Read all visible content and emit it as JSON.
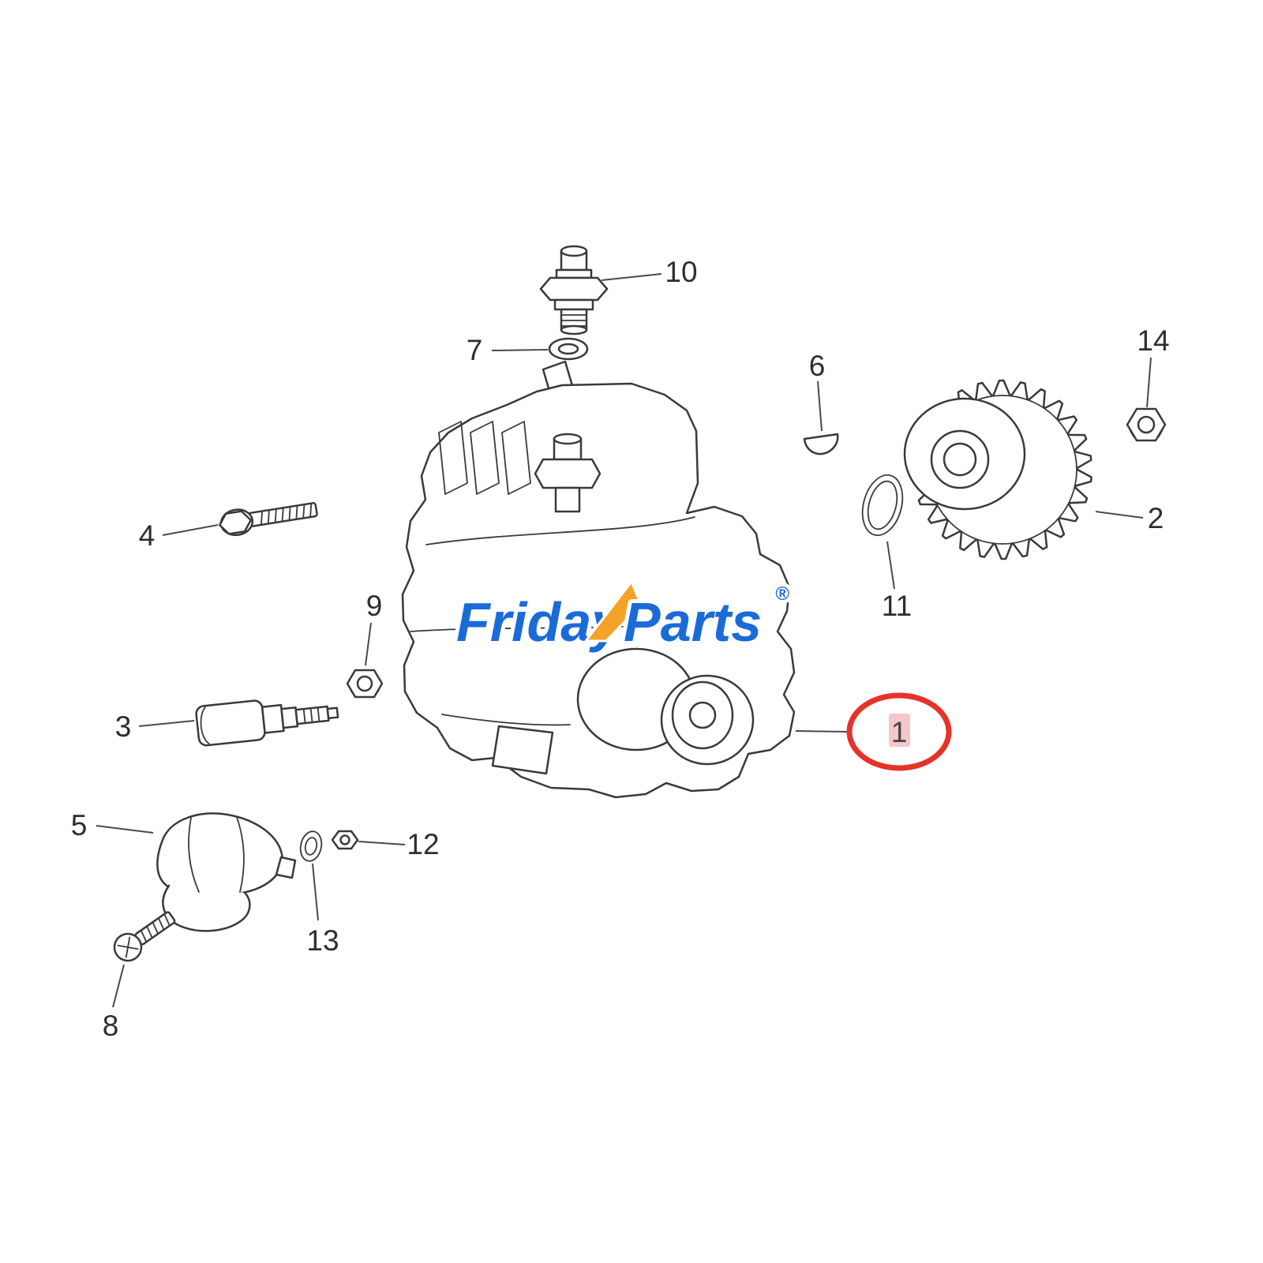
{
  "logo": {
    "word1": "Friday",
    "word2": "Parts",
    "registered": "®"
  },
  "colors": {
    "line": "#3a3a3a",
    "logo_blue": "#1a6bd8",
    "logo_orange": "#f5a22b",
    "highlight": "#e5332a",
    "highlight_fill": "#f2b9bd"
  },
  "callouts": {
    "1": {
      "number": "1"
    },
    "2": {
      "number": "2"
    },
    "3": {
      "number": "3"
    },
    "4": {
      "number": "4"
    },
    "5": {
      "number": "5"
    },
    "6": {
      "number": "6"
    },
    "7": {
      "number": "7"
    },
    "8": {
      "number": "8"
    },
    "9": {
      "number": "9"
    },
    "10": {
      "number": "10"
    },
    "11": {
      "number": "11"
    },
    "12": {
      "number": "12"
    },
    "13": {
      "number": "13"
    },
    "14": {
      "number": "14"
    }
  }
}
